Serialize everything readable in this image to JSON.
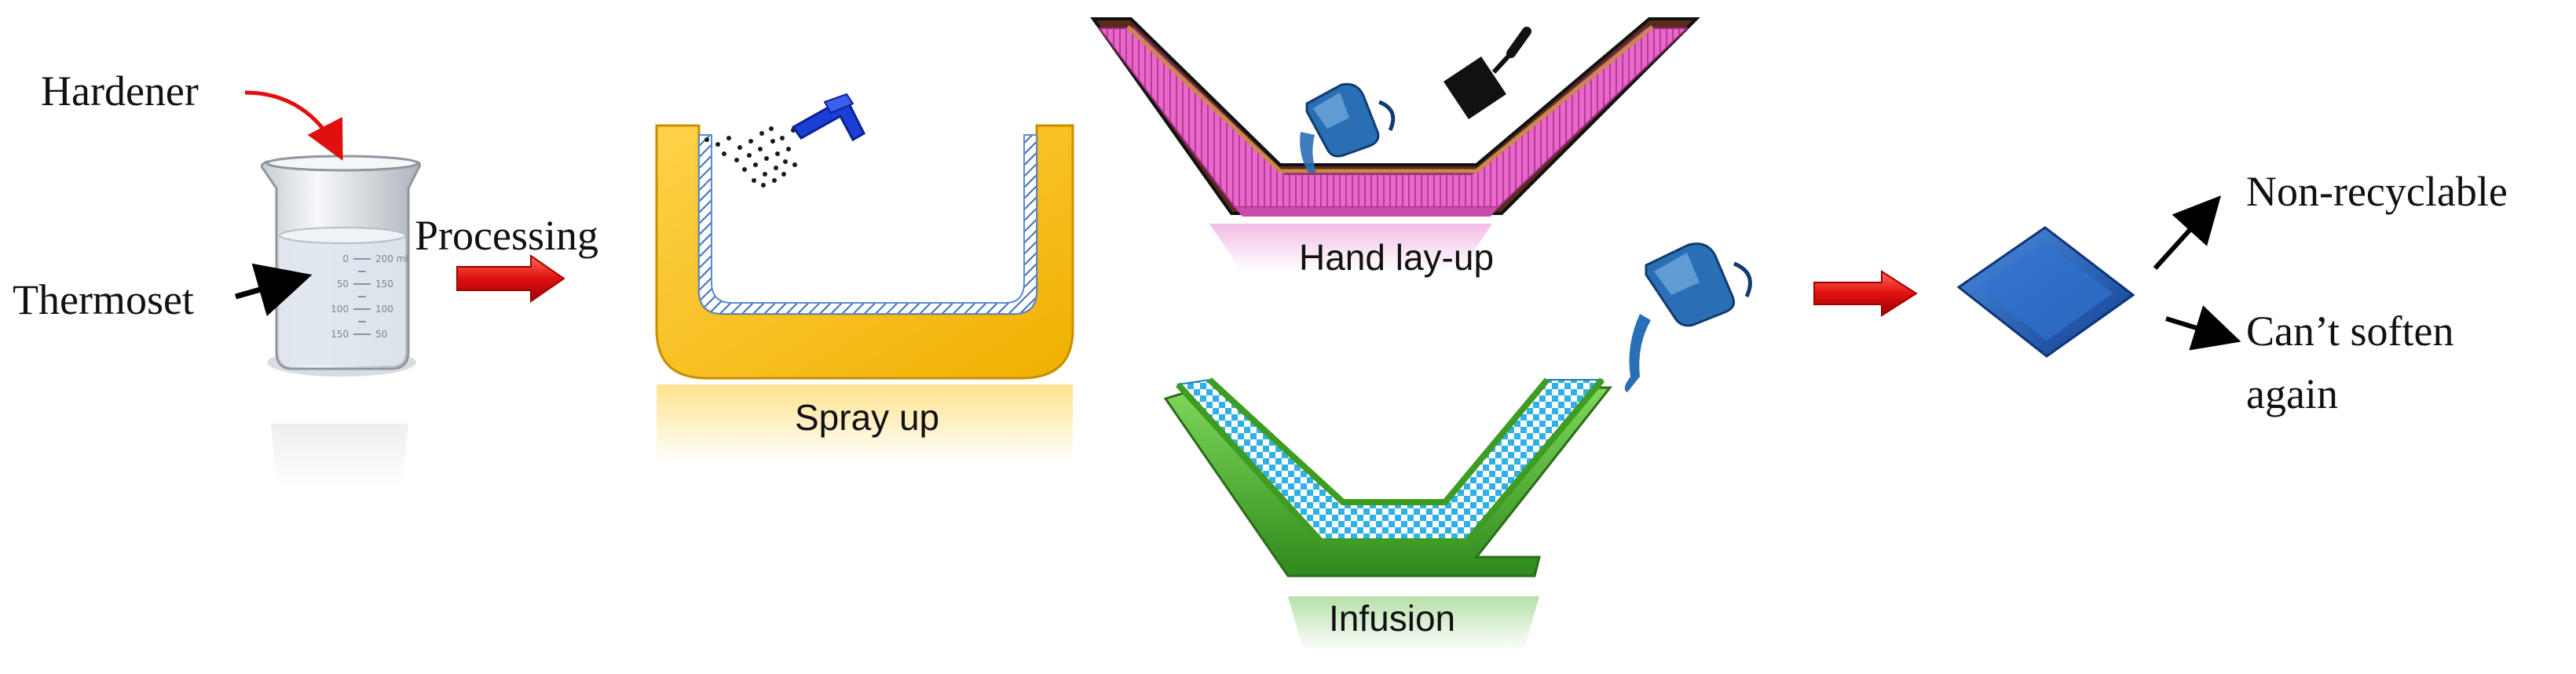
{
  "labels": {
    "hardener": "Hardener",
    "thermoset": "Thermoset",
    "processing": "Processing",
    "spray_up": "Spray up",
    "hand_lay_up": "Hand lay-up",
    "infusion": "Infusion",
    "non_recyclable": "Non-recyclable",
    "cant_soften_line1": "Can’t soften",
    "cant_soften_line2": "again"
  },
  "beaker_scale": {
    "left": [
      "0",
      "50",
      "100",
      "150"
    ],
    "right": [
      "200 ml",
      "150",
      "100",
      "50"
    ]
  },
  "colors": {
    "flow_arrow": "#e01010",
    "spray_mold": "#ffc000",
    "spray_layer": "#5b8bd0",
    "spray_gun": "#1a3fd6",
    "handlayup_mold": "#e05ac0",
    "infusion_mold": "#4caf2a",
    "infusion_mesh": "#38b8e8",
    "resin": "#2a6fb5",
    "cured_part": "#1f5fbf"
  },
  "icons": [
    "beaker-icon",
    "spray-gun-icon",
    "roller-icon",
    "pouring-jug-icon",
    "cured-part-icon"
  ]
}
